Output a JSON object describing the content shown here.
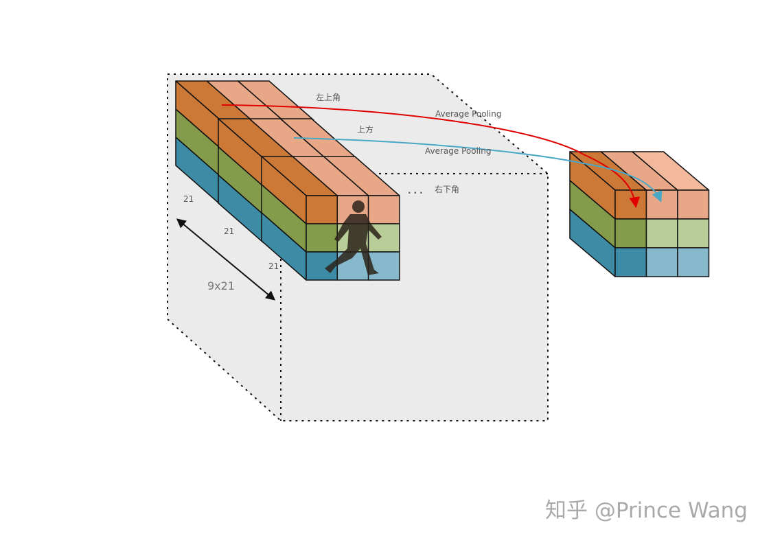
{
  "labels": {
    "top_left": "左上角",
    "top": "上方",
    "bottom_right": "右下角",
    "dots": "...",
    "pooling_1": "Average Pooling",
    "pooling_2": "Average Pooling"
  },
  "dimensions": {
    "depth_1": "21",
    "depth_2": "21",
    "depth_3": "21",
    "area": "9x21"
  },
  "watermark": "知乎 @Prince Wang",
  "icons": {
    "person": "walking-person-icon",
    "arrow_red": "curved-arrow-icon",
    "arrow_blue": "curved-arrow-icon",
    "dimension_arrow": "double-arrow-icon"
  },
  "colors": {
    "orange": "#cc7836",
    "orange_light": "#e8a888",
    "green": "#839b4a",
    "green_light": "#b9cd98",
    "blue": "#3d8ba5",
    "blue_light": "#85b9cb",
    "arrow_red": "#e00000",
    "arrow_blue": "#4aa7c6",
    "box_fill": "#ebebeb"
  }
}
